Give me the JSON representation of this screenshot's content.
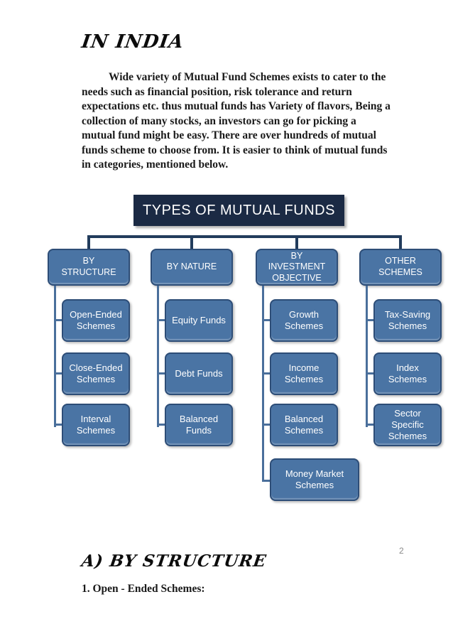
{
  "heading": "IN INDIA",
  "intro": {
    "lines": [
      "Wide variety of Mutual Fund Schemes exists to cater to  the",
      "needs such as financial position, risk tolerance and return",
      "expectations etc. thus mutual funds has Variety of flavors, Being a",
      "collection of many stocks, an investors can go for picking a",
      "mutual fund might be easy. There are over hundreds of mutual",
      "funds scheme to choose from. It is easier to think of mutual funds",
      "in categories, mentioned below."
    ]
  },
  "diagram": {
    "title": "TYPES OF MUTUAL FUNDS",
    "columns": [
      {
        "title": "BY STRUCTURE",
        "children": [
          "Open-Ended Schemes",
          "Close-Ended Schemes",
          "Interval Schemes"
        ]
      },
      {
        "title": "BY NATURE",
        "children": [
          "Equity Funds",
          "Debt Funds",
          "Balanced Funds"
        ]
      },
      {
        "title": "BY INVESTMENT OBJECTIVE",
        "children": [
          "Growth Schemes",
          "Income Schemes",
          "Balanced Schemes",
          "Money Market Schemes"
        ]
      },
      {
        "title": "OTHER SCHEMES",
        "children": [
          "Tax-Saving Schemes",
          "Index Schemes",
          "Sector Specific Schemes"
        ]
      }
    ]
  },
  "section_heading": "A) BY STRUCTURE",
  "subsection_heading": "1. Open - Ended Schemes:",
  "page_number": "2",
  "colors": {
    "diagram_title_bg": "#1b2a44",
    "node_fill": "#4a74a4",
    "node_border": "#2d4d77",
    "connector_dark": "#223c5c",
    "connector_blue": "#4a6f9b",
    "page_number_gray": "#8a8a8a"
  }
}
